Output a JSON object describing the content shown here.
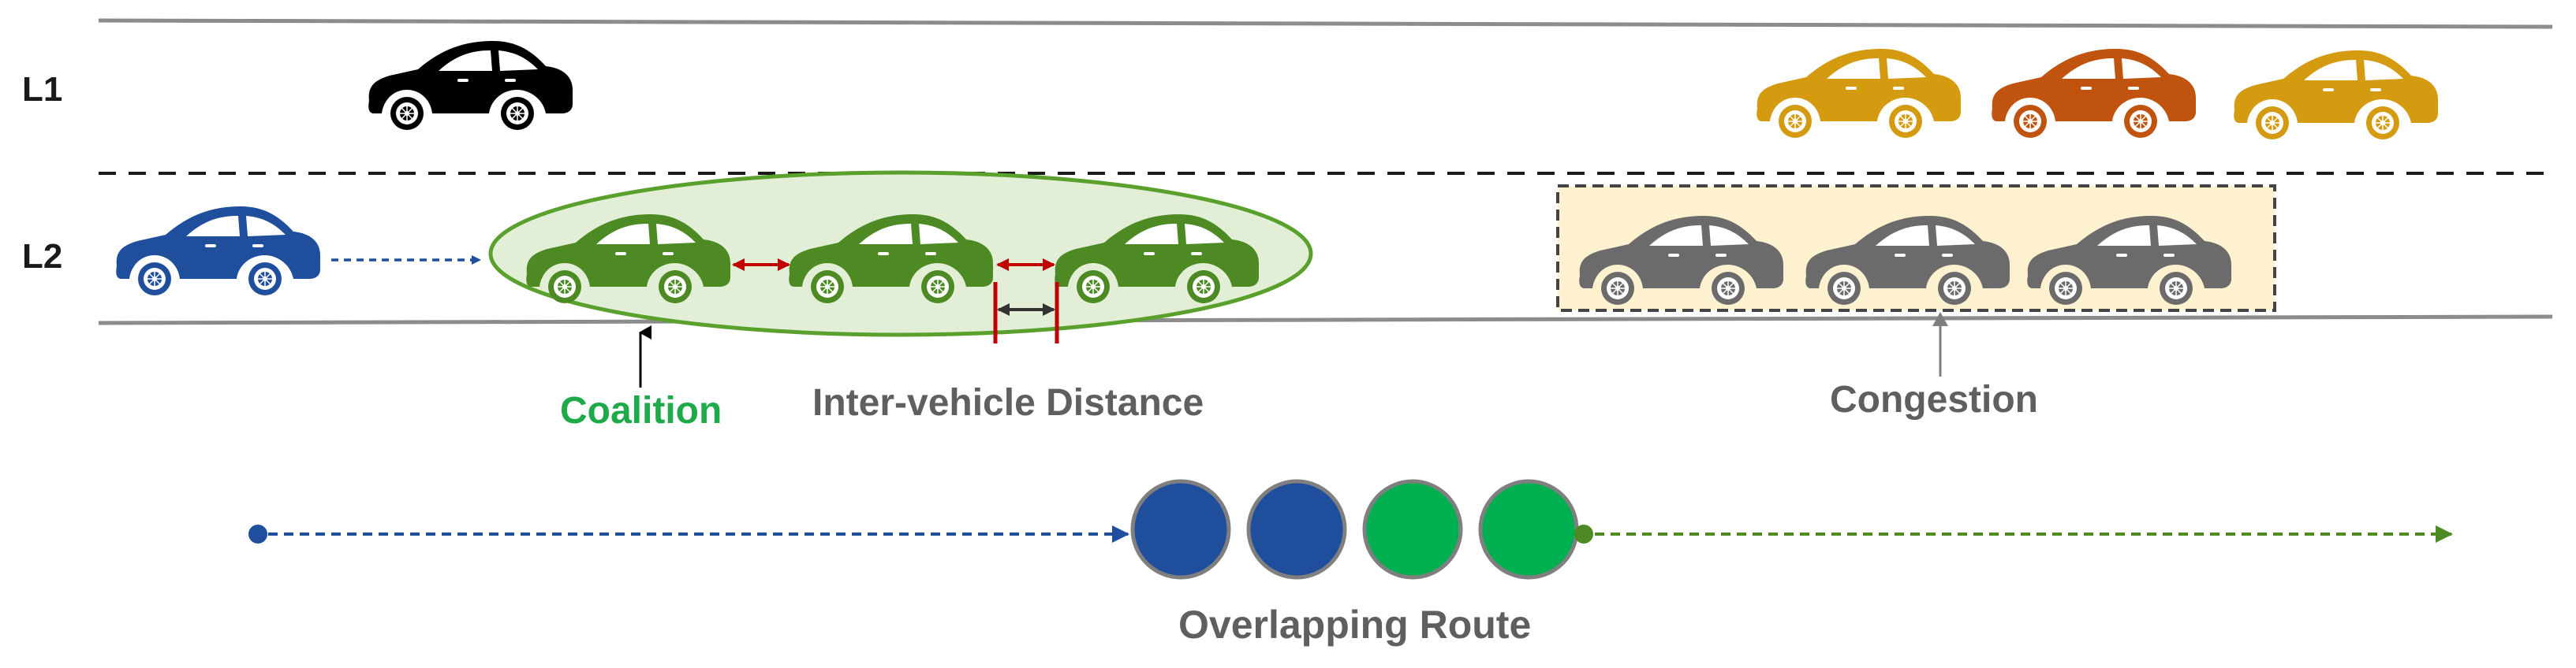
{
  "lanes": {
    "l1_label": "L1",
    "l2_label": "L2"
  },
  "labels": {
    "coalition": "Coalition",
    "inter_vehicle_distance": "Inter-vehicle Distance",
    "congestion": "Congestion",
    "overlapping_route": "Overlapping Route"
  },
  "colors": {
    "road_line": "#8c8c8c",
    "lane_divider": "#1a1a1a",
    "black_car": "#000000",
    "blue_car": "#1f4e9c",
    "green_car": "#4d8a24",
    "gray_car": "#6b6b6b",
    "gold_car": "#d49a10",
    "orange_car": "#c0540e",
    "coalition_fill": "#e2efd6",
    "coalition_stroke": "#5aa02c",
    "congestion_fill": "#fdf1d0",
    "congestion_stroke": "#444444",
    "distance_red": "#c00000",
    "distance_black": "#333333",
    "coalition_text": "#1faa4a",
    "label_gray": "#5f5f5f",
    "route_blue": "#1f4e9c",
    "route_green": "#00b050",
    "route_green_arrow": "#4d8a24",
    "node_stroke": "#7f7f7f"
  },
  "icons": {
    "car": "car-icon",
    "node": "route-node-icon"
  }
}
